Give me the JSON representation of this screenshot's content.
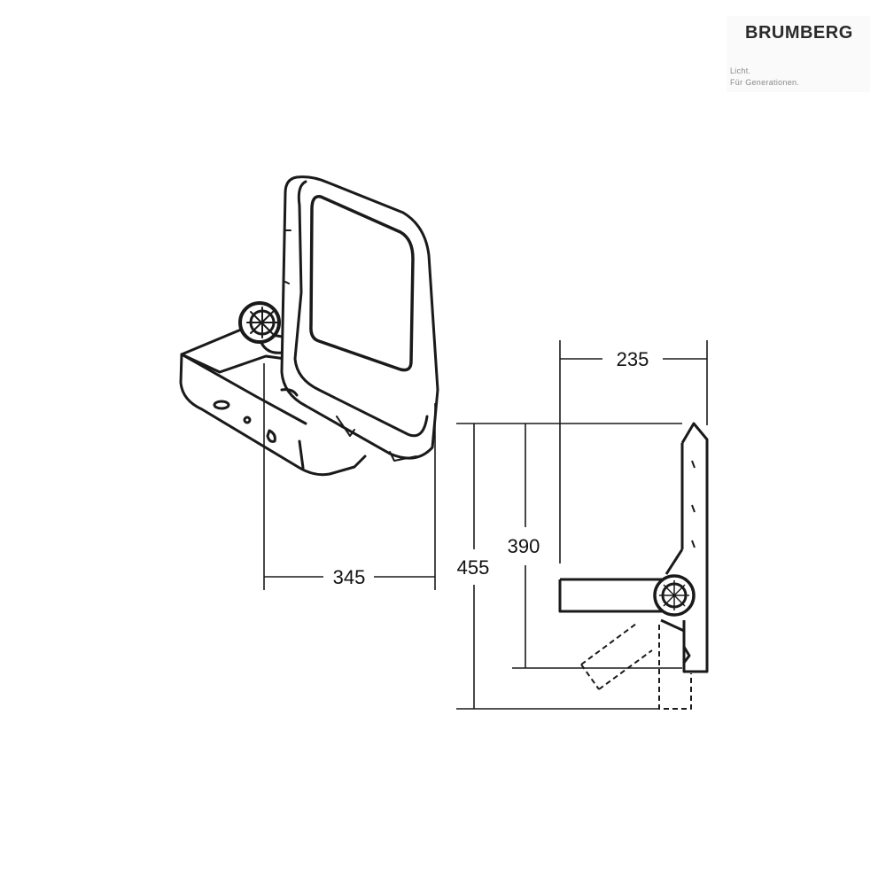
{
  "brand": {
    "name": "BRUMBERG",
    "tagline_line1": "Licht.",
    "tagline_line2": "Für Generationen."
  },
  "dimensions": {
    "width": "345",
    "depth": "235",
    "height_body": "390",
    "height_total": "455"
  }
}
